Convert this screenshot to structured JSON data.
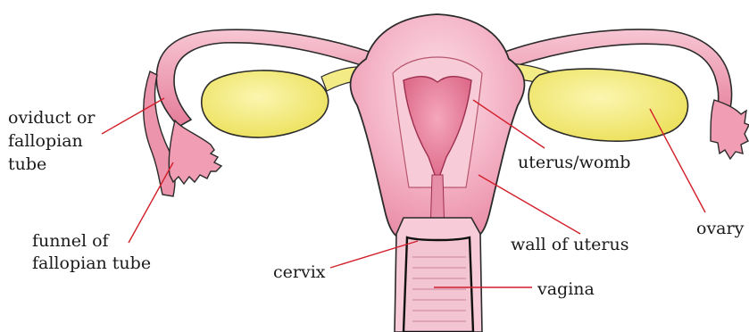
{
  "labels": {
    "oviduct_line1": "oviduct or",
    "oviduct_line2": "fallopian",
    "oviduct_line3": "tube",
    "funnel_line1": "funnel of",
    "funnel_line2": "fallopian tube",
    "uterus": "uterus/womb",
    "ovary": "ovary",
    "wall": "wall of uterus",
    "cervix": "cervix",
    "vagina": "vagina"
  },
  "colors": {
    "tissue_pink": "#f2a8bf",
    "tissue_light": "#f7cbd8",
    "tissue_dark": "#d9607f",
    "ovary_yellow": "#f3ec86",
    "outline": "#2b2b2b",
    "leader_line": "#d21f2a"
  }
}
